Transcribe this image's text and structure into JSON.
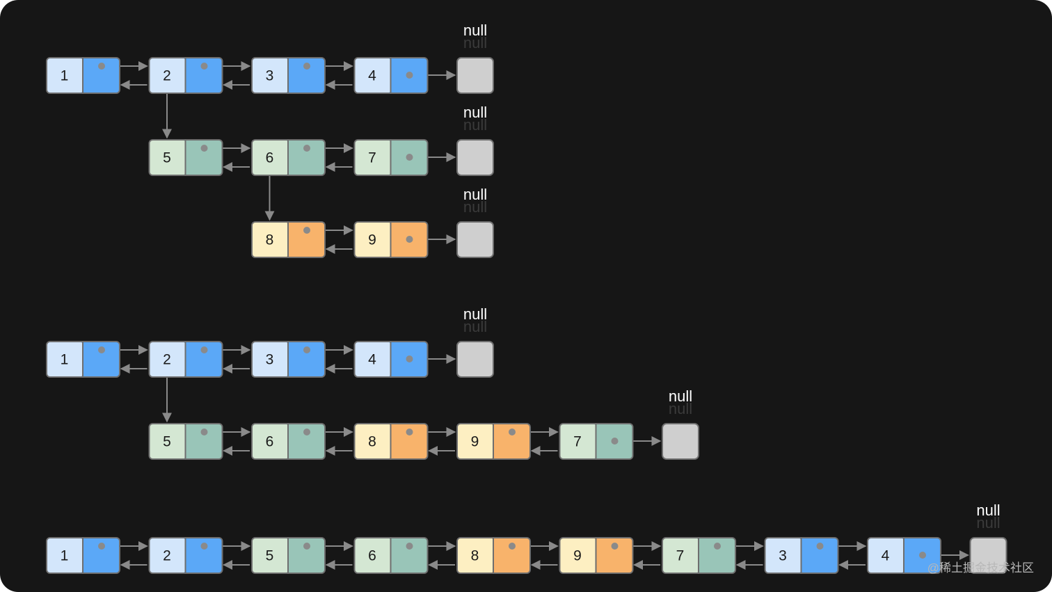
{
  "null_text": "null",
  "watermark": "@稀土掘金技术社区",
  "colors": {
    "background": "#161616",
    "border": "#6e6e6e",
    "connector": "#8a8a8a",
    "null_box": "#cfcfcf",
    "blue": {
      "val": "#d3e6fb",
      "ptr": "#5ba8f7"
    },
    "green": {
      "val": "#d4e7d3",
      "ptr": "#99c5b8"
    },
    "orange": {
      "val": "#fdefc2",
      "ptr": "#f8b36b"
    }
  },
  "diagrams": [
    {
      "rows": [
        {
          "nodes": [
            {
              "v": "1",
              "c": "blue"
            },
            {
              "v": "2",
              "c": "blue"
            },
            {
              "v": "3",
              "c": "blue"
            },
            {
              "v": "4",
              "c": "blue"
            }
          ]
        },
        {
          "nodes": [
            {
              "v": "5",
              "c": "green"
            },
            {
              "v": "6",
              "c": "green"
            },
            {
              "v": "7",
              "c": "green"
            }
          ]
        },
        {
          "nodes": [
            {
              "v": "8",
              "c": "orange"
            },
            {
              "v": "9",
              "c": "orange"
            }
          ]
        }
      ],
      "child_links": [
        {
          "from": "2",
          "to": "5"
        },
        {
          "from": "6",
          "to": "8"
        }
      ]
    },
    {
      "rows": [
        {
          "nodes": [
            {
              "v": "1",
              "c": "blue"
            },
            {
              "v": "2",
              "c": "blue"
            },
            {
              "v": "3",
              "c": "blue"
            },
            {
              "v": "4",
              "c": "blue"
            }
          ]
        },
        {
          "nodes": [
            {
              "v": "5",
              "c": "green"
            },
            {
              "v": "6",
              "c": "green"
            },
            {
              "v": "8",
              "c": "orange"
            },
            {
              "v": "9",
              "c": "orange"
            },
            {
              "v": "7",
              "c": "green"
            }
          ]
        }
      ],
      "child_links": [
        {
          "from": "2",
          "to": "5"
        }
      ]
    },
    {
      "rows": [
        {
          "nodes": [
            {
              "v": "1",
              "c": "blue"
            },
            {
              "v": "2",
              "c": "blue"
            },
            {
              "v": "5",
              "c": "green"
            },
            {
              "v": "6",
              "c": "green"
            },
            {
              "v": "8",
              "c": "orange"
            },
            {
              "v": "9",
              "c": "orange"
            },
            {
              "v": "7",
              "c": "green"
            },
            {
              "v": "3",
              "c": "blue"
            },
            {
              "v": "4",
              "c": "blue"
            }
          ]
        }
      ],
      "child_links": []
    }
  ]
}
